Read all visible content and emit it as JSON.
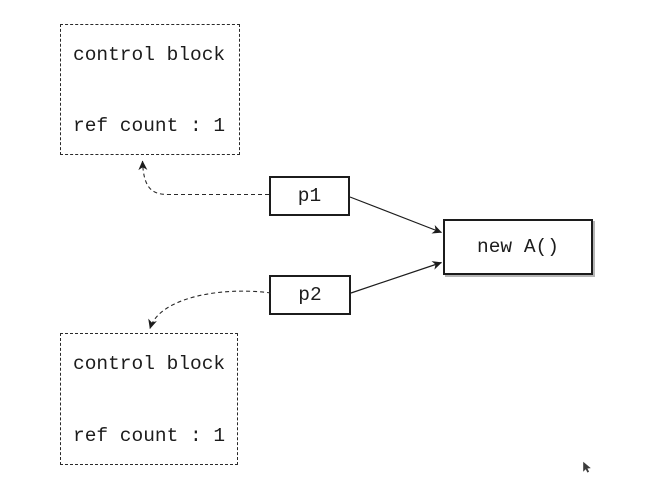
{
  "diagram": {
    "top_control_block": {
      "title": "control block",
      "ref_count": "ref count : 1"
    },
    "bottom_control_block": {
      "title": "control block",
      "ref_count": "ref count : 1"
    },
    "pointer1": {
      "label": "p1"
    },
    "pointer2": {
      "label": "p2"
    },
    "object": {
      "label": "new A()"
    },
    "colors": {
      "line": "#1c1c1c",
      "text": "#1c1c1c",
      "background": "#ffffff",
      "cursor": "#3c3c3c"
    }
  }
}
